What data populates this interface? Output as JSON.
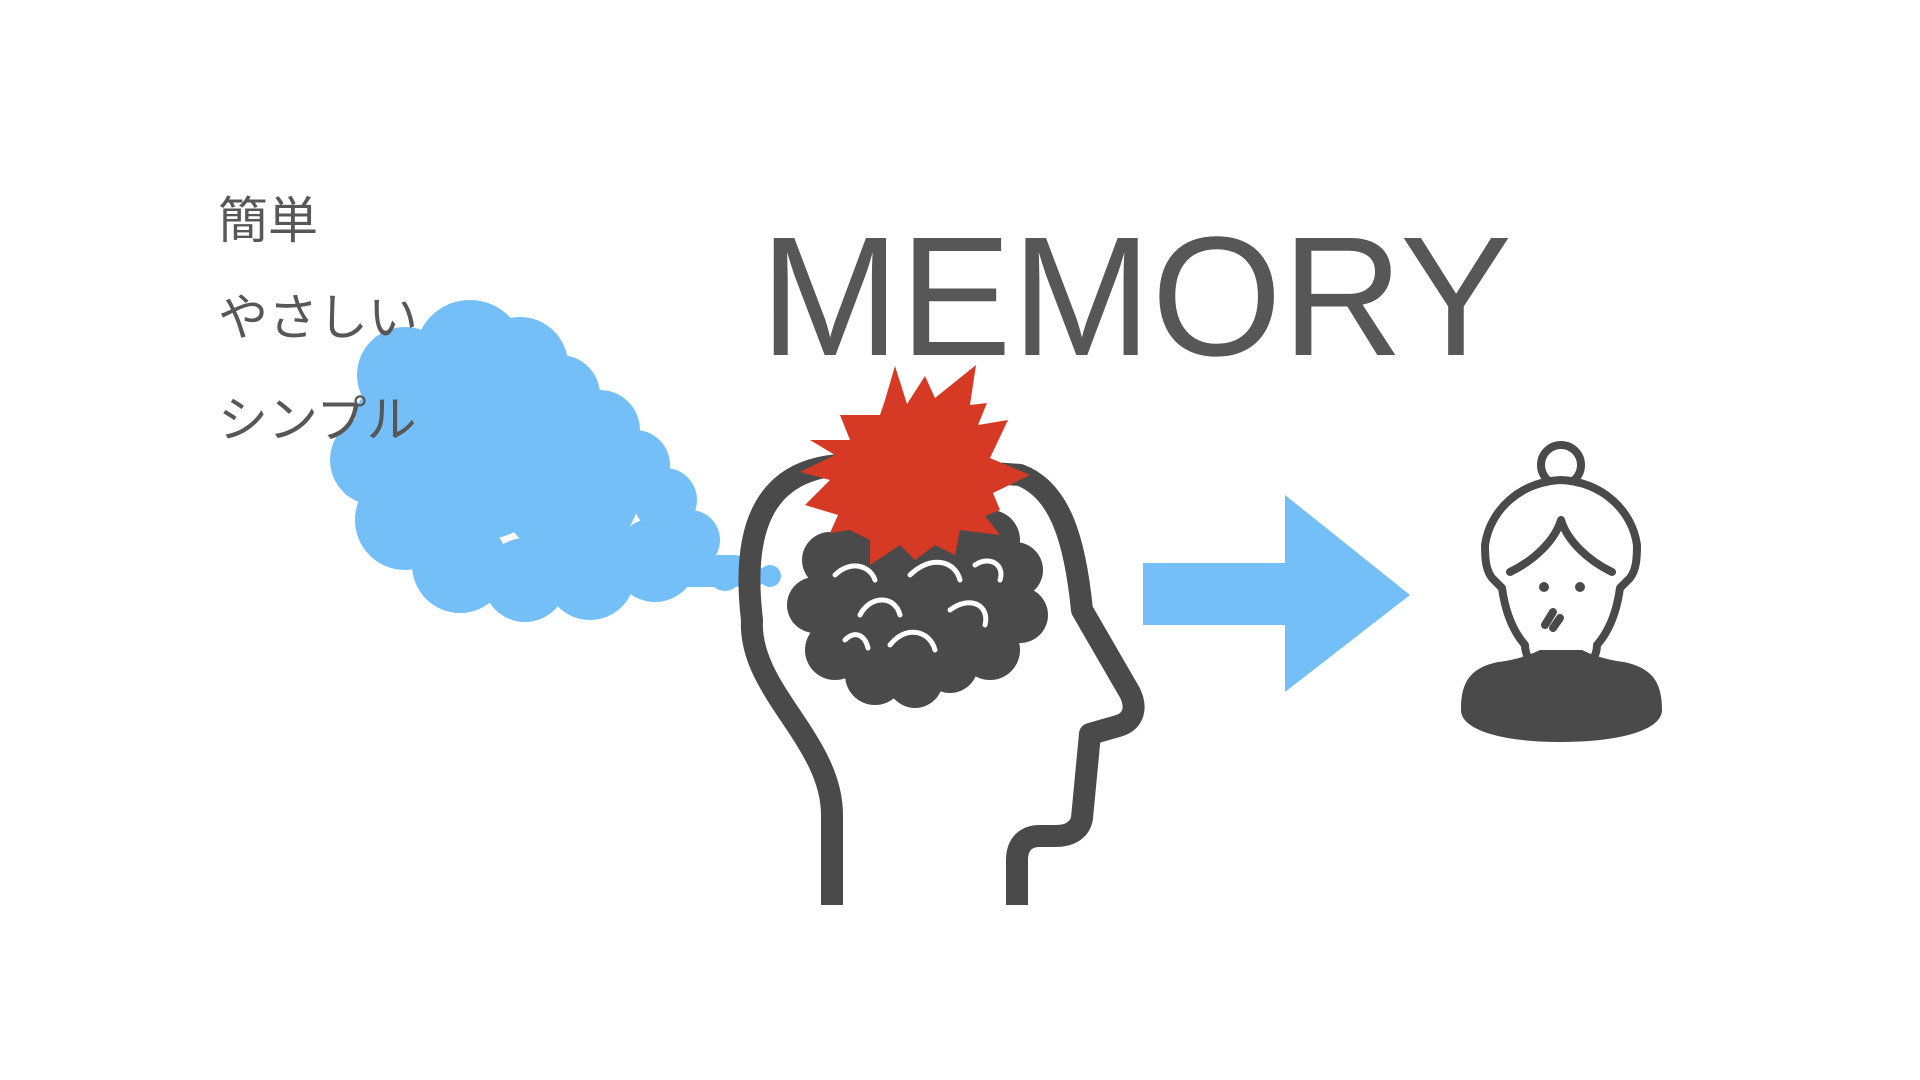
{
  "title": "MEMORY",
  "words": [
    "簡単",
    "やさしい",
    "シンプル"
  ],
  "icons": {
    "cloud": "thought-cloud-icon",
    "head": "head-profile-icon",
    "brain": "brain-icon",
    "burst": "explosion-burst-icon",
    "arrow": "right-arrow-icon",
    "person": "elderly-woman-icon"
  },
  "colors": {
    "text": "#575757",
    "cloud": "#74bff8",
    "burst": "#d63a24",
    "arrow": "#74bff8",
    "outline": "#4a4a4a",
    "background": "#ffffff"
  }
}
